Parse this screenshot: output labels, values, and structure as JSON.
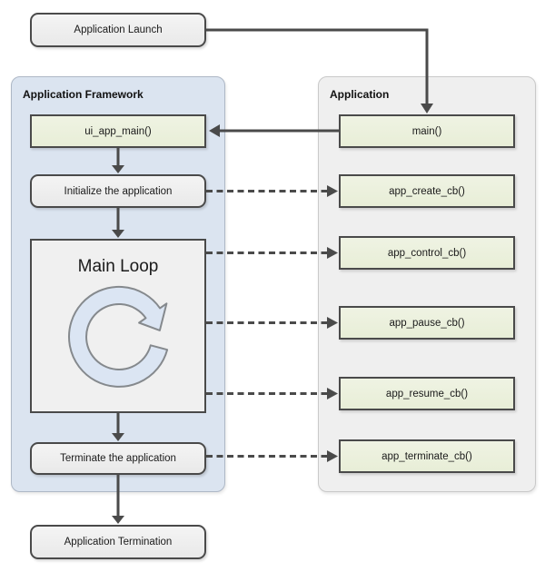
{
  "diagram": {
    "groups": {
      "framework_title": "Application Framework",
      "application_title": "Application"
    },
    "nodes": {
      "launch": "Application Launch",
      "termination": "Application Termination",
      "ui_app_main": "ui_app_main()",
      "initialize": "Initialize the application",
      "main_loop": "Main Loop",
      "terminate": "Terminate the application",
      "main": "main()",
      "app_create": "app_create_cb()",
      "app_control": "app_control_cb()",
      "app_pause": "app_pause_cb()",
      "app_resume": "app_resume_cb()",
      "app_terminate": "app_terminate_cb()"
    },
    "icons": {
      "main_loop_icon": "clockwise-loop-arrow"
    },
    "colors": {
      "arrow": "#4a4a4a",
      "node_border": "#4a4a4a",
      "callback_fill": "#ebf0dc",
      "framework_fill": "#dbe4f0",
      "framework_border": "#aeb8c6",
      "application_fill": "#efefef",
      "application_border": "#c9c9c9",
      "loop_icon_fill": "#dbe5f3",
      "loop_icon_stroke": "#85898d"
    }
  }
}
